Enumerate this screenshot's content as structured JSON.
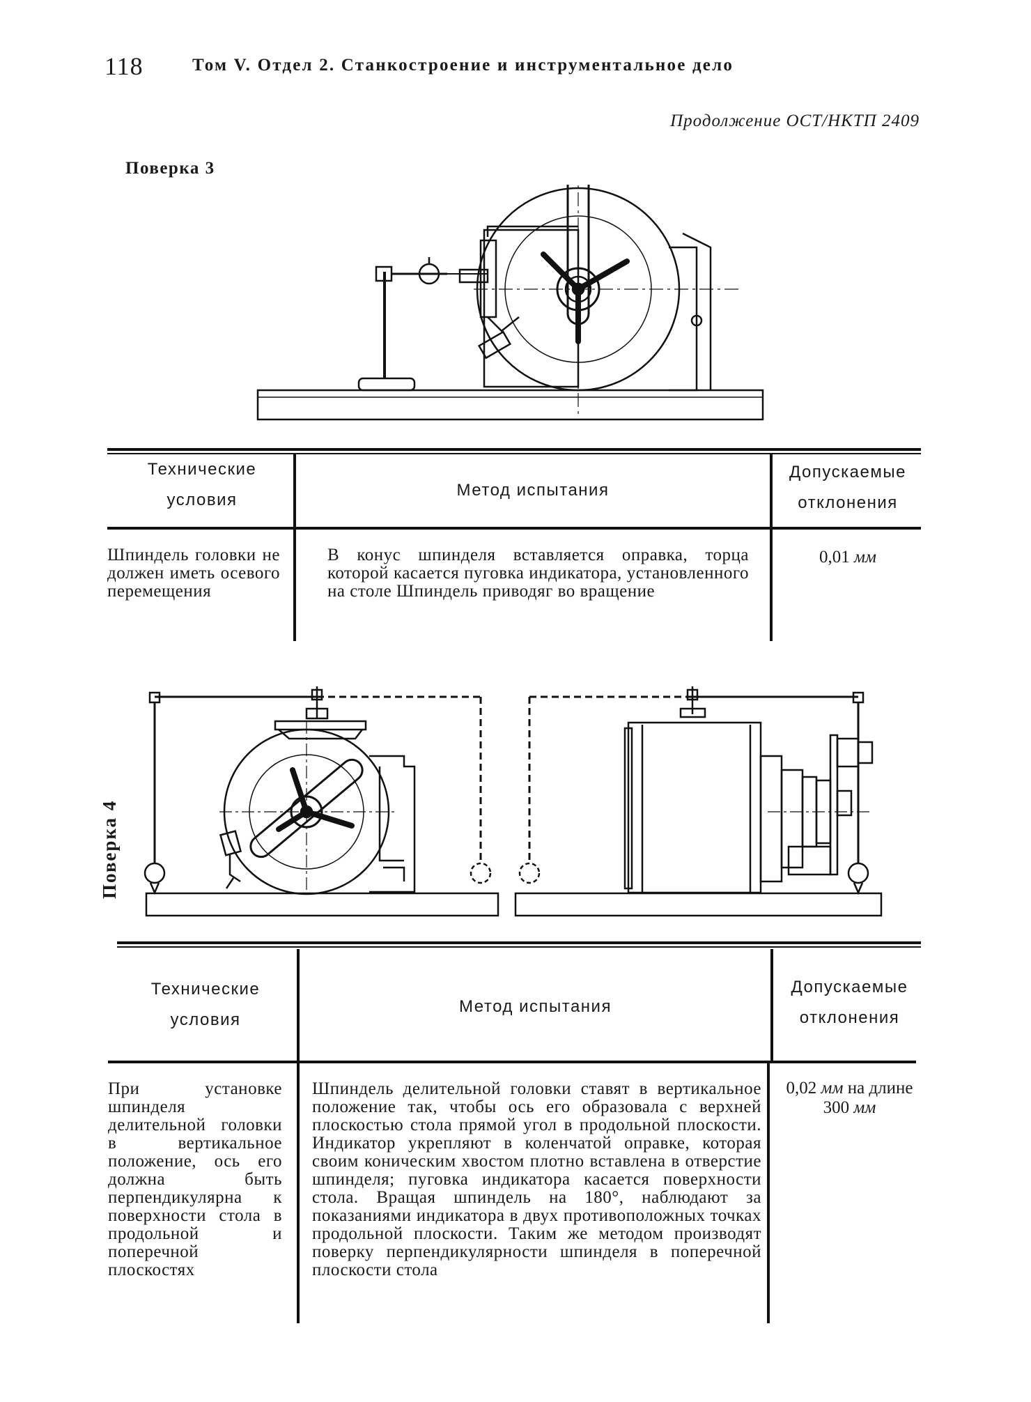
{
  "header": {
    "page_number": "118",
    "running_title": "Том V. Отдел 2. Станкостроение и инструментальное дело",
    "continuation": "Продолжение ОСТ/НКТП 2409"
  },
  "check3": {
    "label": "Поверка 3",
    "table": {
      "col_conditions": "Технические условия",
      "col_method": "Метод испытания",
      "col_tolerance": "Допускаемые отклонения",
      "conditions": "Шпиндель головки не должен иметь осевого перемещения",
      "method": "В конус шпинделя вставляется оправка, торца которой касается пуговка индикатора, установленного на столе Шпиндель приводяг во вращение",
      "tolerance_value": "0,01",
      "tolerance_unit": "мм"
    }
  },
  "check4": {
    "label": "Поверка 4",
    "table": {
      "col_conditions": "Технические условия",
      "col_method": "Метод испытания",
      "col_tolerance": "Допускаемые отклонения",
      "conditions": "При установке шпинделя делительной головки в вертикальное положение, ось его должна быть перпендикулярна к поверхности стола в продольной и поперечной плоскостях",
      "method": "Шпиндель делительной головки ставят в вертикальное положение так, чтобы ось его образовала с верхней плоскостью стола прямой угол в продольной плоскости. Индикатор укрепляют в коленчатой оправке, которая своим коническим хвостом плотно вставлена в отверстие шпинделя; пуговка индикатора касается поверхности стола. Вращая шпиндель на 180°, наблюдают за показаниями индикатора в двух противоположных точках продольной плоскости. Таким же методом производят поверку перпендикулярности шпинделя в поперечной плоскости стола",
      "tolerance_value": "0,02",
      "tolerance_unit": "мм",
      "tolerance_on_length": "на длине",
      "tolerance_length": "300",
      "tolerance_length_unit": "мм"
    }
  }
}
